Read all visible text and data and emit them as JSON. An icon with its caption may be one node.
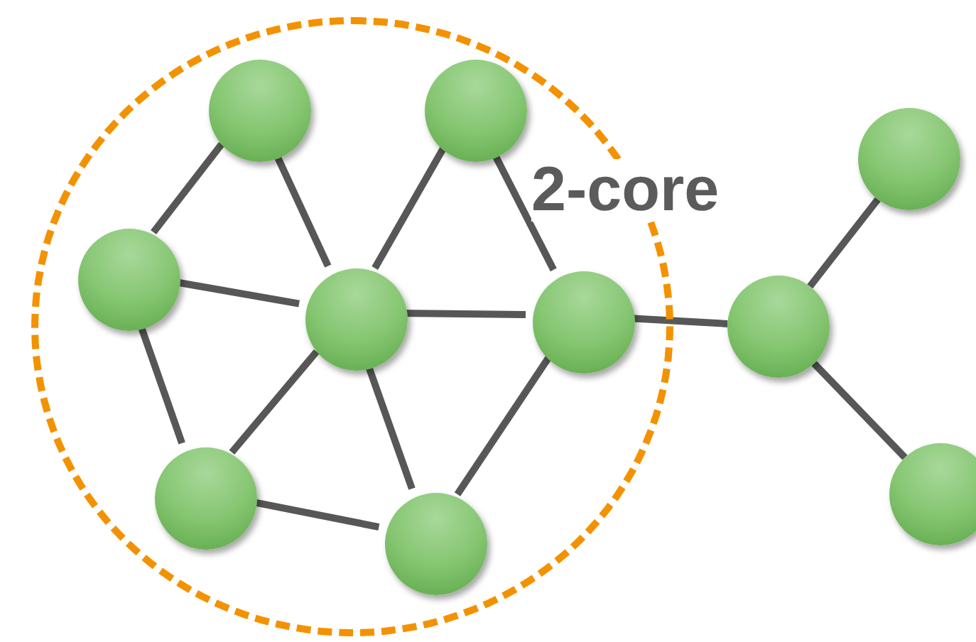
{
  "diagram": {
    "nodes": [
      {
        "text": [
          "2-core"
        ]
      },
      {
        "text": [],
        "shape": "circle",
        "in": 0
      },
      {
        "text": [],
        "shape": "circle",
        "in": 0
      },
      {
        "text": [],
        "shape": "circle",
        "in": 0
      },
      {
        "text": [],
        "shape": "circle",
        "in": 0
      },
      {
        "text": [],
        "shape": "circle",
        "in": 0
      },
      {
        "text": [],
        "shape": "circle",
        "in": 0
      },
      {
        "text": [],
        "shape": "circle",
        "in": 0
      },
      {
        "text": [],
        "shape": "circle"
      },
      {
        "text": [],
        "shape": "circle"
      },
      {
        "text": [],
        "shape": "circle"
      }
    ],
    "edges": [
      {
        "from": 1,
        "to": 3,
        "arrow": "none"
      },
      {
        "from": 1,
        "to": 4,
        "arrow": "none"
      },
      {
        "from": 2,
        "to": 4,
        "arrow": "none"
      },
      {
        "from": 2,
        "to": 5,
        "arrow": "none"
      },
      {
        "from": 3,
        "to": 4,
        "arrow": "none"
      },
      {
        "from": 3,
        "to": 6,
        "arrow": "none"
      },
      {
        "from": 4,
        "to": 5,
        "arrow": "none"
      },
      {
        "from": 4,
        "to": 6,
        "arrow": "none"
      },
      {
        "from": 4,
        "to": 7,
        "arrow": "none"
      },
      {
        "from": 6,
        "to": 7,
        "arrow": "none"
      },
      {
        "from": 7,
        "to": 5,
        "arrow": "none"
      },
      {
        "from": 5,
        "to": 9,
        "arrow": "none"
      },
      {
        "from": 9,
        "to": 8,
        "arrow": "none"
      },
      {
        "from": 9,
        "to": 10,
        "arrow": "none"
      }
    ]
  }
}
